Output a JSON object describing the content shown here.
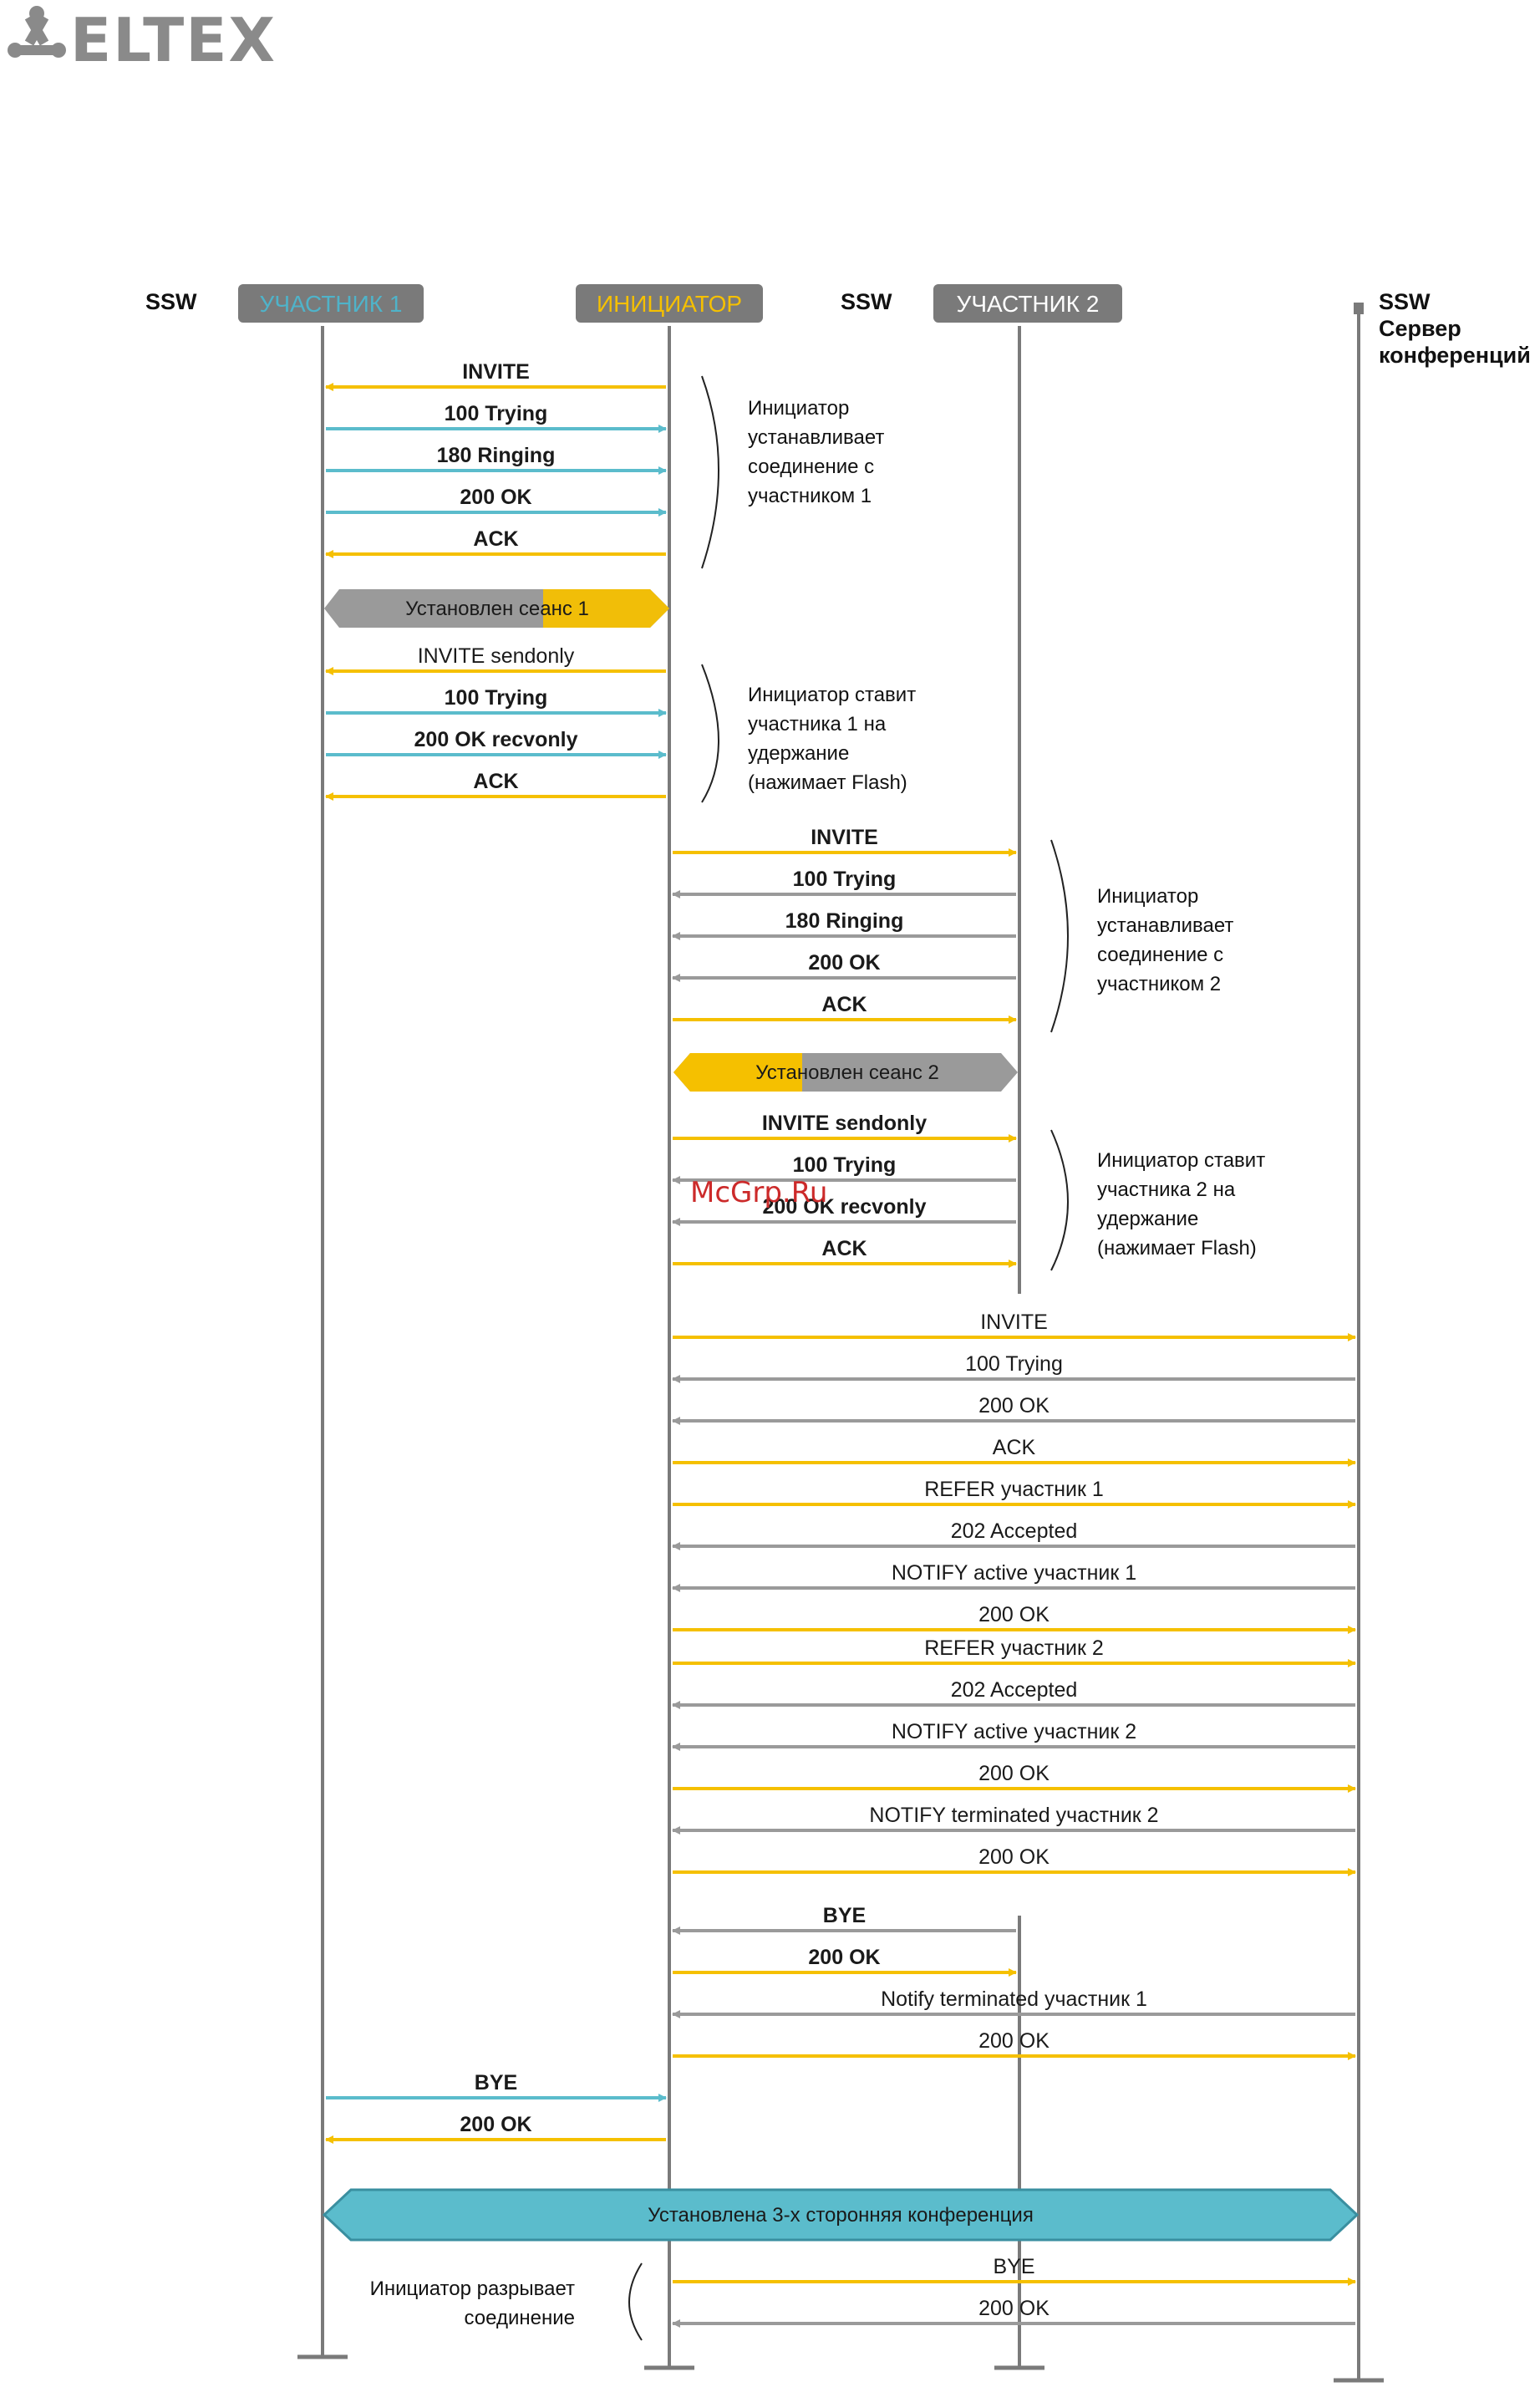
{
  "brand": {
    "name": "ELTEX",
    "logo_color": "#8a8a8a"
  },
  "headers": {
    "ssw_left": "SSW",
    "participant1": "УЧАСТНИК  1",
    "initiator": "ИНИЦИАТОР",
    "ssw_mid": "SSW",
    "participant2": "УЧАСТНИК 2",
    "server_lines": [
      "SSW",
      "Сервер",
      "конференций"
    ]
  },
  "colors": {
    "yellow": "#f5c000",
    "blue": "#5bbccc",
    "gray": "#9a9a9a",
    "header_gray": "#7a7a7a",
    "participant1_text": "#4fb3c9",
    "initiator_text": "#f5c000",
    "lifeline": "#7a7a7a"
  },
  "messages": [
    {
      "from": "initiator",
      "to": "p1",
      "label": "INVITE",
      "color": "yellow",
      "bold": true
    },
    {
      "from": "p1",
      "to": "initiator",
      "label": "100 Trying",
      "color": "blue",
      "bold": true
    },
    {
      "from": "p1",
      "to": "initiator",
      "label": "180 Ringing",
      "color": "blue",
      "bold": true
    },
    {
      "from": "p1",
      "to": "initiator",
      "label": "200 OK",
      "color": "blue",
      "bold": true
    },
    {
      "from": "initiator",
      "to": "p1",
      "label": "ACK",
      "color": "yellow",
      "bold": true
    },
    {
      "from": "initiator",
      "to": "p1",
      "label": "INVITE sendonly",
      "color": "yellow",
      "bold": false
    },
    {
      "from": "p1",
      "to": "initiator",
      "label": "100 Trying",
      "color": "blue",
      "bold": true
    },
    {
      "from": "p1",
      "to": "initiator",
      "label": "200 OK recvonly",
      "color": "blue",
      "bold": true
    },
    {
      "from": "initiator",
      "to": "p1",
      "label": "ACK",
      "color": "yellow",
      "bold": true
    },
    {
      "from": "initiator",
      "to": "p2",
      "label": "INVITE",
      "color": "yellow",
      "bold": true
    },
    {
      "from": "p2",
      "to": "initiator",
      "label": "100 Trying",
      "color": "gray",
      "bold": true
    },
    {
      "from": "p2",
      "to": "initiator",
      "label": "180 Ringing",
      "color": "gray",
      "bold": true
    },
    {
      "from": "p2",
      "to": "initiator",
      "label": "200 OK",
      "color": "gray",
      "bold": true
    },
    {
      "from": "initiator",
      "to": "p2",
      "label": "ACK",
      "color": "yellow",
      "bold": true
    },
    {
      "from": "initiator",
      "to": "p2",
      "label": "INVITE sendonly",
      "color": "yellow",
      "bold": true
    },
    {
      "from": "p2",
      "to": "initiator",
      "label": "100 Trying",
      "color": "gray",
      "bold": true
    },
    {
      "from": "p2",
      "to": "initiator",
      "label": "200 OK recvonly",
      "color": "gray",
      "bold": true
    },
    {
      "from": "initiator",
      "to": "p2",
      "label": "ACK",
      "color": "yellow",
      "bold": true
    },
    {
      "from": "initiator",
      "to": "server",
      "label": "INVITE",
      "color": "yellow",
      "bold": false
    },
    {
      "from": "server",
      "to": "initiator",
      "label": "100 Trying",
      "color": "gray",
      "bold": false
    },
    {
      "from": "server",
      "to": "initiator",
      "label": "200 OK",
      "color": "gray",
      "bold": false
    },
    {
      "from": "initiator",
      "to": "server",
      "label": "ACK",
      "color": "yellow",
      "bold": false
    },
    {
      "from": "initiator",
      "to": "server",
      "label": "REFER участник 1",
      "color": "yellow",
      "bold": false
    },
    {
      "from": "server",
      "to": "initiator",
      "label": "202 Accepted",
      "color": "gray",
      "bold": false
    },
    {
      "from": "server",
      "to": "initiator",
      "label": "NOTIFY active участник 1",
      "color": "gray",
      "bold": false
    },
    {
      "from": "initiator",
      "to": "server",
      "label": "200 OK",
      "color": "yellow",
      "bold": false
    },
    {
      "from": "initiator",
      "to": "server",
      "label": "REFER участник 2",
      "color": "yellow",
      "bold": false
    },
    {
      "from": "server",
      "to": "initiator",
      "label": "202 Accepted",
      "color": "gray",
      "bold": false
    },
    {
      "from": "server",
      "to": "initiator",
      "label": "NOTIFY active участник 2",
      "color": "gray",
      "bold": false
    },
    {
      "from": "initiator",
      "to": "server",
      "label": "200 OK",
      "color": "yellow",
      "bold": false
    },
    {
      "from": "server",
      "to": "initiator",
      "label": "NOTIFY terminated участник 2",
      "color": "gray",
      "bold": false
    },
    {
      "from": "initiator",
      "to": "server",
      "label": "200 OK",
      "color": "yellow",
      "bold": false
    },
    {
      "from": "p2",
      "to": "initiator",
      "label": "BYE",
      "color": "gray",
      "bold": true
    },
    {
      "from": "initiator",
      "to": "p2",
      "label": "200 OK",
      "color": "yellow",
      "bold": true
    },
    {
      "from": "server",
      "to": "initiator",
      "label": "Notify terminated участник 1",
      "color": "gray",
      "bold": false
    },
    {
      "from": "initiator",
      "to": "server",
      "label": "200 OK",
      "color": "yellow",
      "bold": false
    },
    {
      "from": "p1",
      "to": "initiator",
      "label": "BYE",
      "color": "blue",
      "bold": true
    },
    {
      "from": "initiator",
      "to": "p1",
      "label": "200 OK",
      "color": "yellow",
      "bold": true
    },
    {
      "from": "initiator",
      "to": "server",
      "label": "BYE",
      "color": "yellow",
      "bold": false
    },
    {
      "from": "server",
      "to": "initiator",
      "label": "200 OK",
      "color": "gray",
      "bold": false
    }
  ],
  "sessions": [
    {
      "label": "Установлен сеанс 1"
    },
    {
      "label": "Установлен сеанс 2"
    },
    {
      "label": "Установлена 3-х сторонняя конференция"
    }
  ],
  "notes": [
    {
      "lines": [
        "Инициатор",
        "устанавливает",
        "соединение с",
        "участником 1"
      ]
    },
    {
      "lines": [
        "Инициатор ставит",
        "участника 1 на",
        "удержание",
        "(нажимает Flash)"
      ]
    },
    {
      "lines": [
        "Инициатор",
        "устанавливает",
        "соединение с",
        "участником 2"
      ]
    },
    {
      "lines": [
        "Инициатор ставит",
        "участника 2 на",
        "удержание",
        "(нажимает Flash)"
      ]
    },
    {
      "lines": [
        "Инициатор разрывает",
        "соединение"
      ]
    }
  ],
  "watermark": "McGrp.Ru"
}
